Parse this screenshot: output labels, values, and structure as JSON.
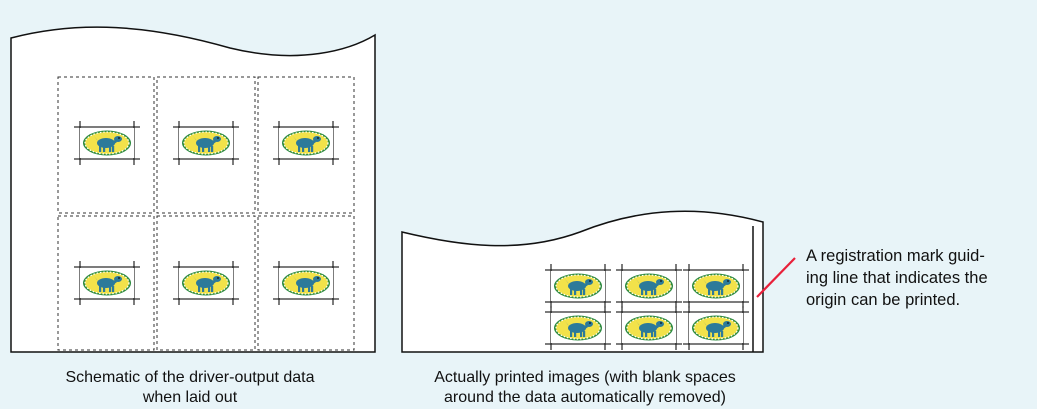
{
  "captions": {
    "left": {
      "line1": "Schematic of the driver-output data",
      "line2": "when laid out"
    },
    "right": {
      "line1": "Actually printed images (with blank spaces",
      "line2": "around the data automatically removed)"
    }
  },
  "annotation": {
    "line1": "A registration mark guid-",
    "line2": "ing line that indicates the",
    "line3": "origin can be printed."
  },
  "colors": {
    "background": "#e8f4f8",
    "accent_line": "#e8203a",
    "stamp_fill": "#f2e24a",
    "stamp_border": "#2d8a3e",
    "animal": "#2c7a9a"
  },
  "layout_left": {
    "rows": 2,
    "cols": 3
  },
  "layout_right": {
    "rows": 2,
    "cols": 3
  }
}
